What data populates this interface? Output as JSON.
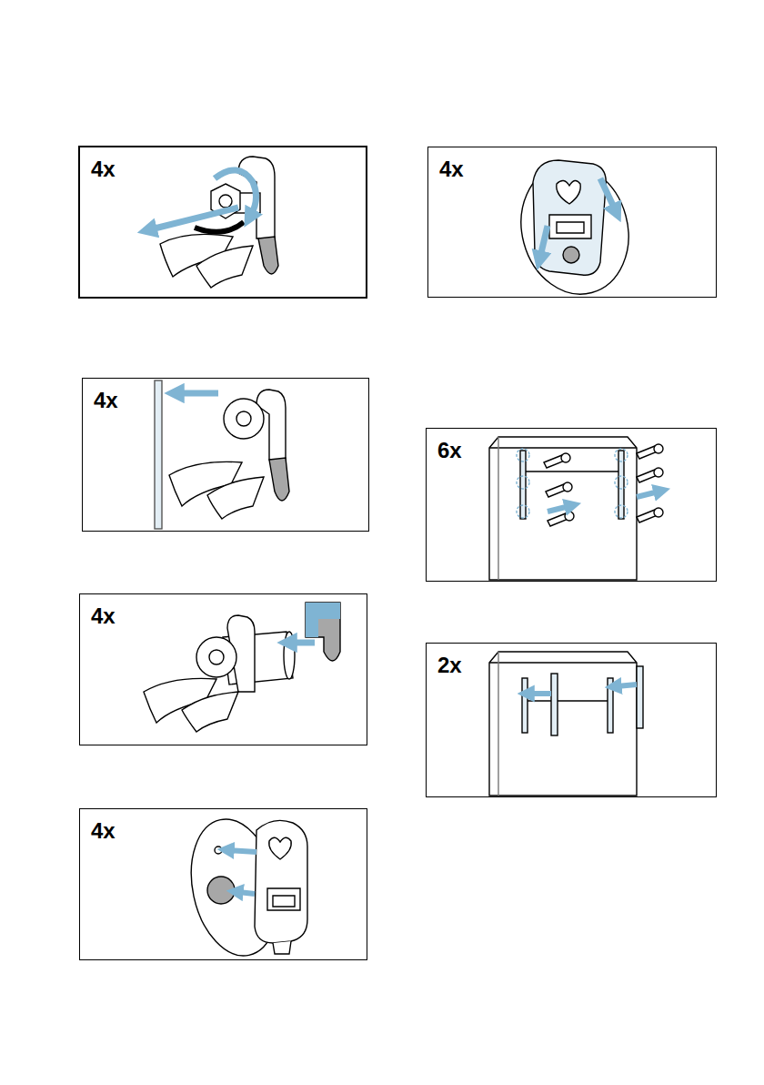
{
  "diagram": {
    "nodes": [
      {
        "text": [
          "4x"
        ]
      },
      {
        "text": [
          "4x"
        ]
      },
      {
        "text": [
          "4x"
        ]
      },
      {
        "text": [
          "4x"
        ]
      },
      {
        "text": [
          "4x"
        ]
      },
      {
        "text": [
          "6x"
        ]
      },
      {
        "text": [
          "2x"
        ]
      }
    ]
  }
}
